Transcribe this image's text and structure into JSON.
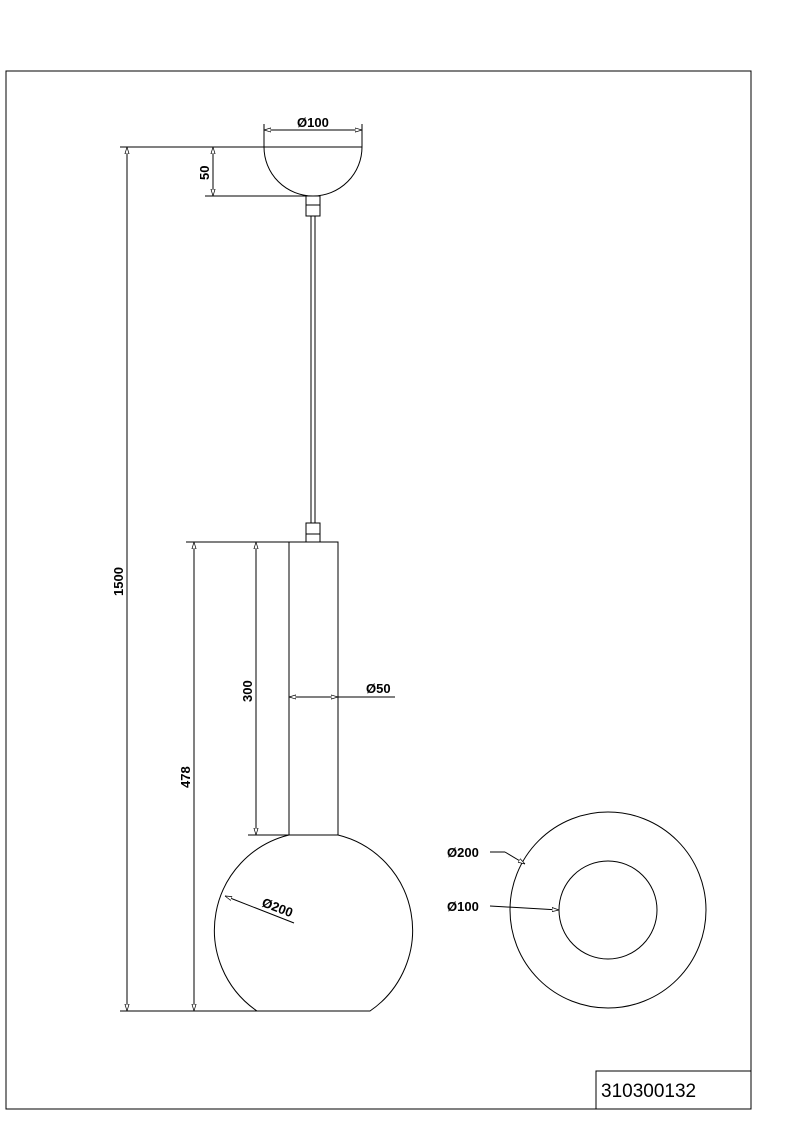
{
  "part_number": "310300132",
  "dimensions": {
    "canopy_diameter": "Ø100",
    "canopy_height": "50",
    "overall_height": "1500",
    "cylinder_length": "300",
    "shade_height": "478",
    "cylinder_diameter": "Ø50",
    "globe_diameter": "Ø200",
    "bottom_outer_diameter": "Ø200",
    "bottom_inner_diameter": "Ø100"
  }
}
